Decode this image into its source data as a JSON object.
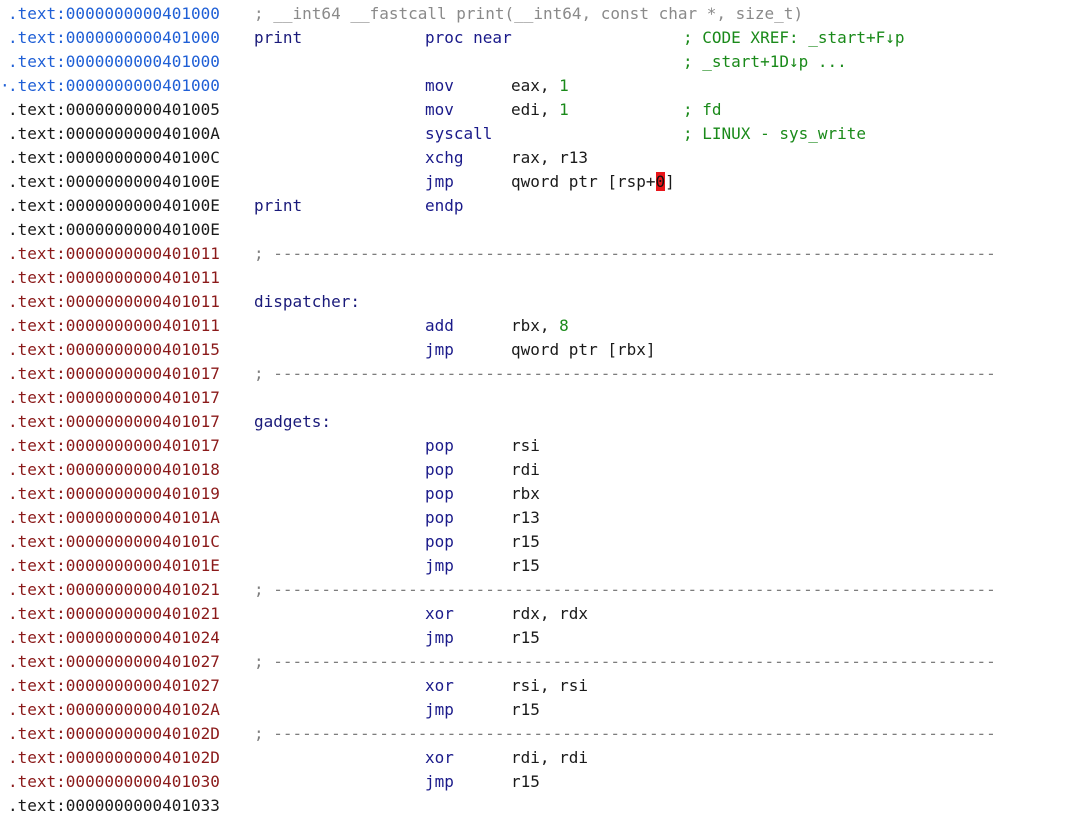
{
  "colors": {
    "addr_blue": "#1f5fd6",
    "addr_black": "#1a1a1a",
    "addr_red": "#8b1a1a",
    "comment": "#1a8a1a",
    "separator": "#7d7d7d",
    "highlight": "#e8151a"
  },
  "lines": [
    {
      "kind": "header",
      "addr": ".text:0000000000401000",
      "color": "blue",
      "text": "; __int64 __fastcall print(__int64, const char *, size_t)"
    },
    {
      "kind": "code",
      "addr": ".text:0000000000401000",
      "color": "blue",
      "label": "print",
      "mnemonic": "proc near",
      "operands": "",
      "comment": "; CODE XREF: _start+F↓p"
    },
    {
      "kind": "code",
      "addr": ".text:0000000000401000",
      "color": "blue",
      "label": "",
      "mnemonic": "",
      "operands": "",
      "comment": "; _start+1D↓p ..."
    },
    {
      "kind": "code",
      "addr": ".text:0000000000401000",
      "color": "blue",
      "bullet": true,
      "label": "",
      "mnemonic": "mov",
      "operands": "eax, 1",
      "comment": ""
    },
    {
      "kind": "code",
      "addr": ".text:0000000000401005",
      "color": "black",
      "label": "",
      "mnemonic": "mov",
      "operands": "edi, 1",
      "comment": "; fd"
    },
    {
      "kind": "code",
      "addr": ".text:000000000040100A",
      "color": "black",
      "label": "",
      "mnemonic": "syscall",
      "operands": "",
      "comment": "; LINUX - sys_write"
    },
    {
      "kind": "code",
      "addr": ".text:000000000040100C",
      "color": "black",
      "label": "",
      "mnemonic": "xchg",
      "operands": "rax, r13",
      "comment": ""
    },
    {
      "kind": "code",
      "addr": ".text:000000000040100E",
      "color": "black",
      "label": "",
      "mnemonic": "jmp",
      "operands": "qword ptr [rsp+",
      "operand_highlight": "0",
      "operand_tail": "]",
      "comment": ""
    },
    {
      "kind": "code",
      "addr": ".text:000000000040100E",
      "color": "black",
      "label": "print",
      "mnemonic": "endp",
      "operands": "",
      "comment": ""
    },
    {
      "kind": "code",
      "addr": ".text:000000000040100E",
      "color": "black",
      "label": "",
      "mnemonic": "",
      "operands": "",
      "comment": ""
    },
    {
      "kind": "sep",
      "addr": ".text:0000000000401011",
      "color": "red",
      "text": "; ---------------------------------------------------------------------------"
    },
    {
      "kind": "code",
      "addr": ".text:0000000000401011",
      "color": "red",
      "label": "",
      "mnemonic": "",
      "operands": "",
      "comment": ""
    },
    {
      "kind": "code",
      "addr": ".text:0000000000401011",
      "color": "red",
      "label": "dispatcher:",
      "mnemonic": "",
      "operands": "",
      "comment": ""
    },
    {
      "kind": "code",
      "addr": ".text:0000000000401011",
      "color": "red",
      "label": "",
      "mnemonic": "add",
      "operands": "rbx, 8",
      "comment": ""
    },
    {
      "kind": "code",
      "addr": ".text:0000000000401015",
      "color": "red",
      "label": "",
      "mnemonic": "jmp",
      "operands": "qword ptr [rbx]",
      "comment": ""
    },
    {
      "kind": "sep",
      "addr": ".text:0000000000401017",
      "color": "red",
      "text": "; ---------------------------------------------------------------------------"
    },
    {
      "kind": "code",
      "addr": ".text:0000000000401017",
      "color": "red",
      "label": "",
      "mnemonic": "",
      "operands": "",
      "comment": ""
    },
    {
      "kind": "code",
      "addr": ".text:0000000000401017",
      "color": "red",
      "label": "gadgets:",
      "mnemonic": "",
      "operands": "",
      "comment": ""
    },
    {
      "kind": "code",
      "addr": ".text:0000000000401017",
      "color": "red",
      "label": "",
      "mnemonic": "pop",
      "operands": "rsi",
      "comment": ""
    },
    {
      "kind": "code",
      "addr": ".text:0000000000401018",
      "color": "red",
      "label": "",
      "mnemonic": "pop",
      "operands": "rdi",
      "comment": ""
    },
    {
      "kind": "code",
      "addr": ".text:0000000000401019",
      "color": "red",
      "label": "",
      "mnemonic": "pop",
      "operands": "rbx",
      "comment": ""
    },
    {
      "kind": "code",
      "addr": ".text:000000000040101A",
      "color": "red",
      "label": "",
      "mnemonic": "pop",
      "operands": "r13",
      "comment": ""
    },
    {
      "kind": "code",
      "addr": ".text:000000000040101C",
      "color": "red",
      "label": "",
      "mnemonic": "pop",
      "operands": "r15",
      "comment": ""
    },
    {
      "kind": "code",
      "addr": ".text:000000000040101E",
      "color": "red",
      "label": "",
      "mnemonic": "jmp",
      "operands": "r15",
      "comment": ""
    },
    {
      "kind": "sep",
      "addr": ".text:0000000000401021",
      "color": "red",
      "text": "; ---------------------------------------------------------------------------"
    },
    {
      "kind": "code",
      "addr": ".text:0000000000401021",
      "color": "red",
      "label": "",
      "mnemonic": "xor",
      "operands": "rdx, rdx",
      "comment": ""
    },
    {
      "kind": "code",
      "addr": ".text:0000000000401024",
      "color": "red",
      "label": "",
      "mnemonic": "jmp",
      "operands": "r15",
      "comment": ""
    },
    {
      "kind": "sep",
      "addr": ".text:0000000000401027",
      "color": "red",
      "text": "; ---------------------------------------------------------------------------"
    },
    {
      "kind": "code",
      "addr": ".text:0000000000401027",
      "color": "red",
      "label": "",
      "mnemonic": "xor",
      "operands": "rsi, rsi",
      "comment": ""
    },
    {
      "kind": "code",
      "addr": ".text:000000000040102A",
      "color": "red",
      "label": "",
      "mnemonic": "jmp",
      "operands": "r15",
      "comment": ""
    },
    {
      "kind": "sep",
      "addr": ".text:000000000040102D",
      "color": "red",
      "text": "; ---------------------------------------------------------------------------"
    },
    {
      "kind": "code",
      "addr": ".text:000000000040102D",
      "color": "red",
      "label": "",
      "mnemonic": "xor",
      "operands": "rdi, rdi",
      "comment": ""
    },
    {
      "kind": "code",
      "addr": ".text:0000000000401030",
      "color": "red",
      "label": "",
      "mnemonic": "jmp",
      "operands": "r15",
      "comment": ""
    },
    {
      "kind": "code",
      "addr": ".text:0000000000401033",
      "color": "black",
      "label": "",
      "mnemonic": "",
      "operands": "",
      "comment": ""
    }
  ]
}
